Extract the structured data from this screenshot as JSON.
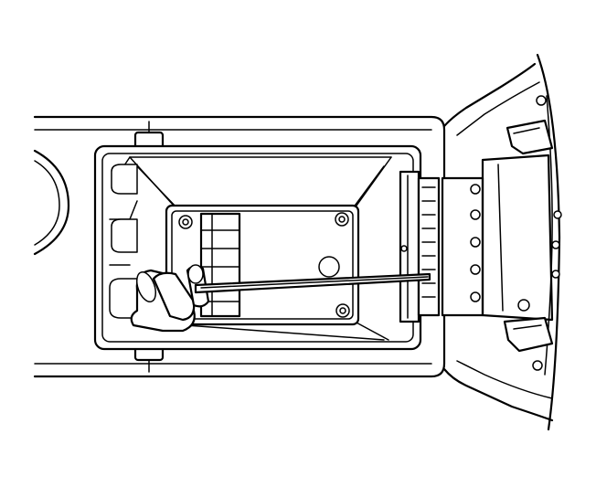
{
  "diagram": {
    "kind": "line-art",
    "colors": {
      "ink": "#000000",
      "paper": "#ffffff"
    },
    "components": [
      "console-housing",
      "storage-compartment",
      "compartment-tray",
      "screw",
      "switch-connector-block",
      "electrical-connector",
      "pick-tool",
      "latch-assembly",
      "seat-trim",
      "seat-bolt"
    ],
    "labels": []
  }
}
